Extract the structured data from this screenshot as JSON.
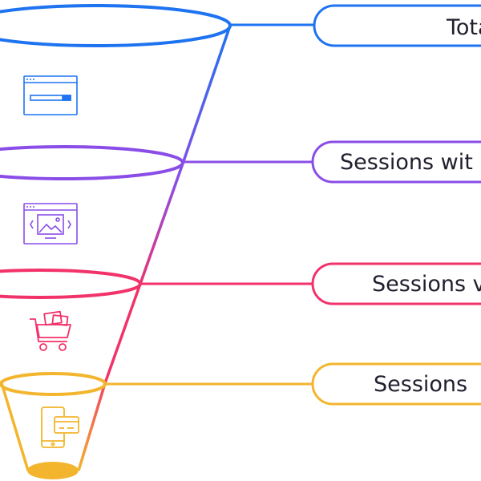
{
  "funnel": {
    "stages": [
      {
        "label": "Total",
        "color": "#1e73f0",
        "icon": "browser-window-icon"
      },
      {
        "label": "Sessions wit",
        "color": "#8a4de8",
        "icon": "image-gallery-window-icon"
      },
      {
        "label": "Sessions v",
        "color": "#f2326a",
        "icon": "shopping-cart-icon"
      },
      {
        "label": "Sessions",
        "color": "#f2b52d",
        "icon": "mobile-payment-icon"
      }
    ],
    "bottom_color": "#f2b52d"
  }
}
